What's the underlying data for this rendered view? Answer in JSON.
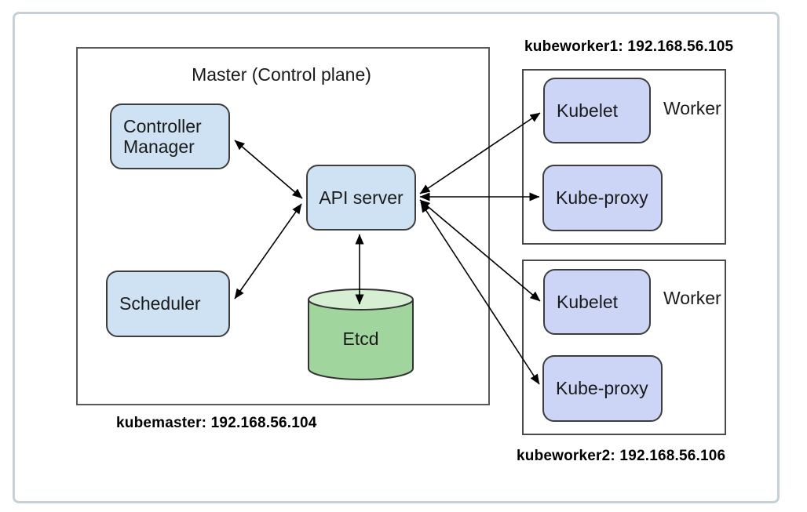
{
  "colors": {
    "master_node_fill": "#cfe2f3",
    "worker_node_fill": "#ccd5f6",
    "etcd_body_fill": "#a0d69d",
    "etcd_top_fill": "#d6eed2",
    "node_border": "#3d3d3d",
    "container_border": "#4a4a4a",
    "outer_frame_border": "#c6d1d7",
    "arrow_color": "#000000"
  },
  "master": {
    "title": "Master (Control plane)",
    "host_label": "kubemaster: 192.168.56.104",
    "nodes": {
      "controller_manager": "Controller\nManager",
      "scheduler": "Scheduler",
      "api_server": "API server",
      "etcd": "Etcd"
    }
  },
  "workers": [
    {
      "host_label": "kubeworker1: 192.168.56.105",
      "role_label": "Worker",
      "nodes": {
        "kubelet": "Kubelet",
        "kube_proxy": "Kube-proxy"
      }
    },
    {
      "host_label": "kubeworker2: 192.168.56.106",
      "role_label": "Worker",
      "nodes": {
        "kubelet": "Kubelet",
        "kube_proxy": "Kube-proxy"
      }
    }
  ]
}
